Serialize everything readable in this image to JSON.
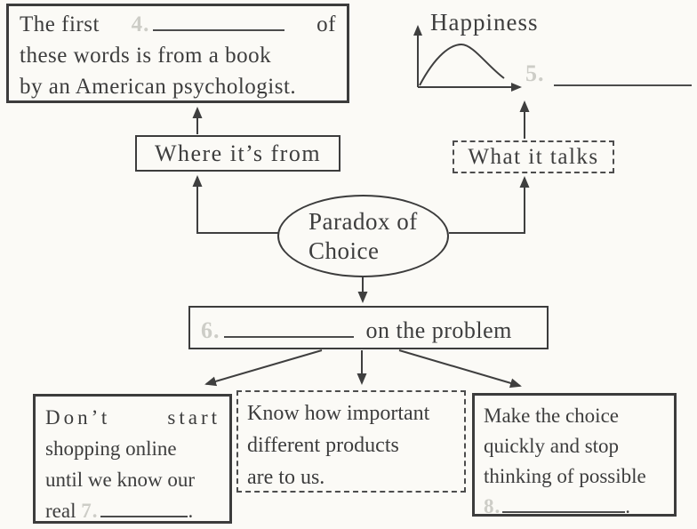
{
  "colors": {
    "ink": "#3d3d3d",
    "faded_number": "#cdcdc7",
    "paper": "#fbfaf6"
  },
  "source_box": {
    "line1_start": "The first",
    "number": "4.",
    "line1_end": "of",
    "line2": "these words is from a book",
    "line3": "by an American psychologist."
  },
  "happiness_chart": {
    "label": "Happiness",
    "number": "5.",
    "curve_shape": "inverted-U rising from origin, peaking, then declining"
  },
  "where_box": {
    "label": "Where it’s from"
  },
  "what_box": {
    "label": "What it talks"
  },
  "center_ellipse": {
    "line1": "Paradox of",
    "line2": "Choice"
  },
  "problem_box": {
    "number": "6.",
    "text": "on the problem"
  },
  "advice_left": {
    "line1_word1": "Don’t",
    "line1_word2": "start",
    "line2": "shopping online",
    "line3": "until we know our",
    "line4_prefix": "real",
    "number": "7.",
    "period": "."
  },
  "advice_mid": {
    "line1": "Know how important",
    "line2": "different products",
    "line3": "are to us."
  },
  "advice_right": {
    "line1": "Make the choice",
    "line2": "quickly and stop",
    "line3": "thinking of possible",
    "number": "8.",
    "period": "."
  }
}
